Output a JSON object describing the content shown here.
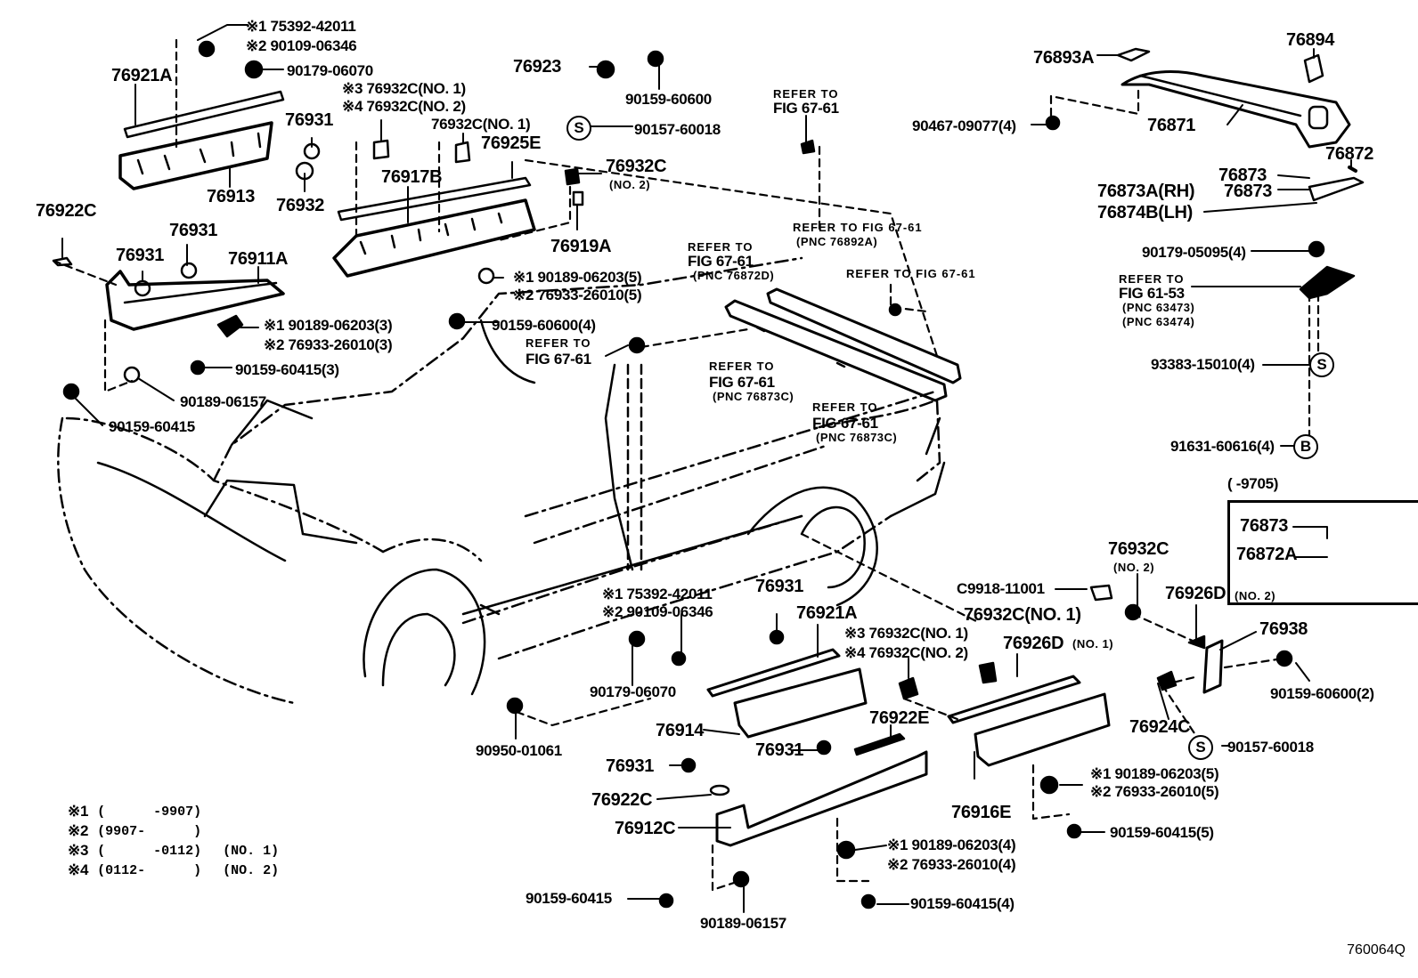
{
  "diagram": {
    "title_code": "760064Q",
    "footnotes": [
      {
        "mark": "※1",
        "text": "(      -9907)",
        "extra": ""
      },
      {
        "mark": "※2",
        "text": "(9907-      )",
        "extra": ""
      },
      {
        "mark": "※3",
        "text": "(      -0112)",
        "extra": "(NO. 1)"
      },
      {
        "mark": "※4",
        "text": "(0112-      )",
        "extra": "(NO. 2)"
      }
    ],
    "inset": {
      "period": "(      -9705)",
      "parts": [
        "76873",
        "76872A"
      ]
    },
    "symbols": {
      "s": "S",
      "b": "B"
    },
    "labels": {
      "tl_s1": "※1 75392-42011",
      "tl_s2": "※2 90109-06346",
      "tl_90179": "90179-06070",
      "p76921A_top": "76921A",
      "p76931_a": "76931",
      "p76913": "76913",
      "p76932": "76932",
      "p76922C_top": "76922C",
      "p76931_b": "76931",
      "p76931_c": "76931",
      "p76911A": "76911A",
      "mid_s1_3": "※1  90189-06203(3)",
      "mid_s2_3": "※2  76933-26010(3)",
      "p90159_60415_3": "90159-60415(3)",
      "p90189_06157_top": "90189-06157",
      "p90159_60415_top": "90159-60415",
      "s3_76932C": "※3 76932C(NO. 1)",
      "s4_76932C": "※4 76932C(NO. 2)",
      "p76932C_no1_top": "76932C(NO. 1)",
      "p76925E": "76925E",
      "p76917B": "76917B",
      "p76923": "76923",
      "p90159_60600": "90159-60600",
      "p90157_60018_top": "90157-60018",
      "p76932C_no2_top": "76932C",
      "p76932C_no2_top_sub": "(NO. 2)",
      "p76919A": "76919A",
      "s1_5": "※1 90189-06203(5)",
      "s2_5": "※2 76933-26010(5)",
      "p90159_60600_4": "90159-60600(4)",
      "ref_door_1": "REFER TO",
      "ref_door_2": "FIG 67-61",
      "ref_roof_1": "REFER TO",
      "ref_roof_2": "FIG 67-61",
      "ref_76872D_1": "REFER TO",
      "ref_76872D_2": "FIG 67-61",
      "ref_76872D_3": "(PNC 76872D)",
      "ref_76892A_1": "REFER TO FIG 67-61",
      "ref_76892A_2": "(PNC 76892A)",
      "ref_rack": "REFER TO FIG 67-61",
      "ref_76873C_a1": "REFER TO",
      "ref_76873C_a2": "FIG 67-61",
      "ref_76873C_a3": "(PNC 76873C)",
      "ref_76873C_b1": "REFER TO",
      "ref_76873C_b2": "FIG 67-61",
      "ref_76873C_b3": "(PNC 76873C)",
      "p76893A": "76893A",
      "p76894": "76894",
      "p90467": "90467-09077(4)",
      "p76871": "76871",
      "p76872": "76872",
      "p76873_a": "76873",
      "p76873_b": "76873",
      "p76873A": "76873A(RH)",
      "p76874B": "76874B(LH)",
      "p90179_05095": "90179-05095(4)",
      "ref_6153_1": "REFER TO",
      "ref_6153_2": "FIG 61-53",
      "ref_6153_3": "(PNC 63473)",
      "ref_6153_4": "(PNC 63474)",
      "p93383": "93383-15010(4)",
      "p91631": "91631-60616(4)",
      "p76932C_r": "76932C",
      "p76932C_r_sub": "(NO. 2)",
      "pC9918": "C9918-11001",
      "p76926D_no2": "76926D",
      "p76926D_no2_sub": "(NO. 2)",
      "p76938": "76938",
      "p76932C_no1_r": "76932C(NO. 1)",
      "p76926D_no1": "76926D",
      "p76926D_no1_sub": "(NO. 1)",
      "p90159_60600_2": "90159-60600(2)",
      "p76924C": "76924C",
      "p90157_60018_r": "90157-60018",
      "br_s1_5": "※1 90189-06203(5)",
      "br_s2_5": "※2 76933-26010(5)",
      "p90159_60415_5": "90159-60415(5)",
      "p76916E": "76916E",
      "bm_s1": "※1 75392-42011",
      "bm_s2": "※2 90109-06346",
      "bm_90179": "90179-06070",
      "bm_76931": "76931",
      "bm_76921A": "76921A",
      "bm_s3": "※3 76932C(NO. 1)",
      "bm_s4": "※4 76932C(NO. 2)",
      "p90950": "90950-01061",
      "p76914": "76914",
      "p76922E": "76922E",
      "p76931_d": "76931",
      "p76931_e": "76931",
      "p76922C_bot": "76922C",
      "p76912C": "76912C",
      "bot_s1_4": "※1  90189-06203(4)",
      "bot_s2_4": "※2  76933-26010(4)",
      "p90159_60415_4": "90159-60415(4)",
      "p90159_60415_bot": "90159-60415",
      "p90189_06157_bot": "90189-06157"
    }
  }
}
